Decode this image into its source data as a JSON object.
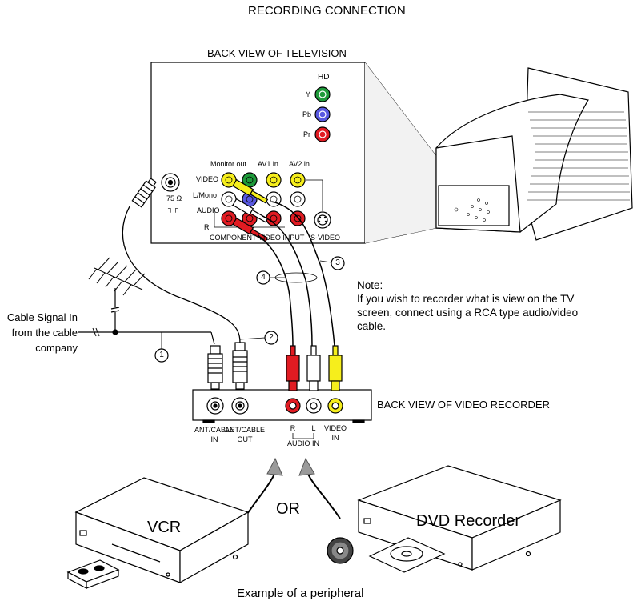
{
  "title": "RECORDING CONNECTION",
  "tv": {
    "back_view_label": "BACK VIEW OF TELEVISION",
    "hd_label": "HD",
    "y_label": "Y",
    "pb_label": "Pb",
    "pr_label": "Pr",
    "monitor_out_label": "Monitor out",
    "av1_label": "AV1 in",
    "av2_label": "AV2  in",
    "video_label": "VIDEO",
    "lmono_label": "L/Mono",
    "audio_label": "AUDIO",
    "r_label": "R",
    "ohm_label": "75 Ω",
    "component_label": "COMPONENT VIDEO INPUT",
    "svideo_label": "S-VIDEO"
  },
  "cable_signal": {
    "line1": "Cable Signal In",
    "line2": "from the cable",
    "line3": "company"
  },
  "callouts": [
    "1",
    "2",
    "3",
    "4"
  ],
  "note": {
    "heading": "Note:",
    "text": "If you wish to recorder what is view on the TV screen, connect using a RCA type audio/video cable."
  },
  "recorder": {
    "back_view_label": "BACK VIEW OF VIDEO RECORDER",
    "ant_in_line1": "ANT/CABLE",
    "ant_in_line2": "IN",
    "ant_out_line1": "ANT/CABLE",
    "ant_out_line2": "OUT",
    "r_label": "R",
    "l_label": "L",
    "audio_in_label": "AUDIO IN",
    "video_in_line1": "VIDEO",
    "video_in_line2": "IN"
  },
  "peripherals": {
    "vcr_label": "VCR",
    "or_label": "OR",
    "dvd_label": "DVD Recorder",
    "caption": "Example of a peripheral"
  },
  "colors": {
    "green": "#1e9a3a",
    "blue": "#5858e0",
    "red": "#e11b22",
    "yellow": "#f6ee1c",
    "white_plug": "#ffffff",
    "line": "#000000"
  }
}
